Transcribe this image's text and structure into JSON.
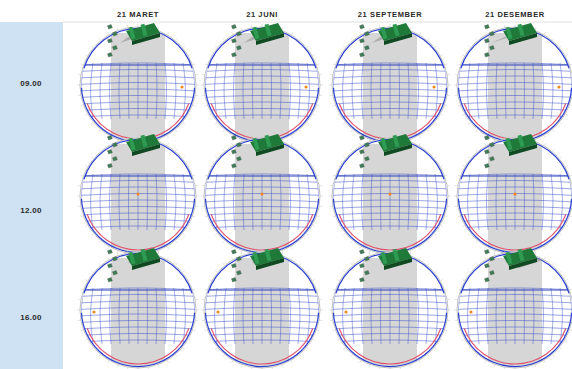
{
  "diagram": {
    "labels": [
      "21 MARET",
      "21 JUNI",
      "21 SEPTEMBER",
      "21 DESEMBER",
      "09.00",
      "12.00",
      "16.00"
    ]
  }
}
